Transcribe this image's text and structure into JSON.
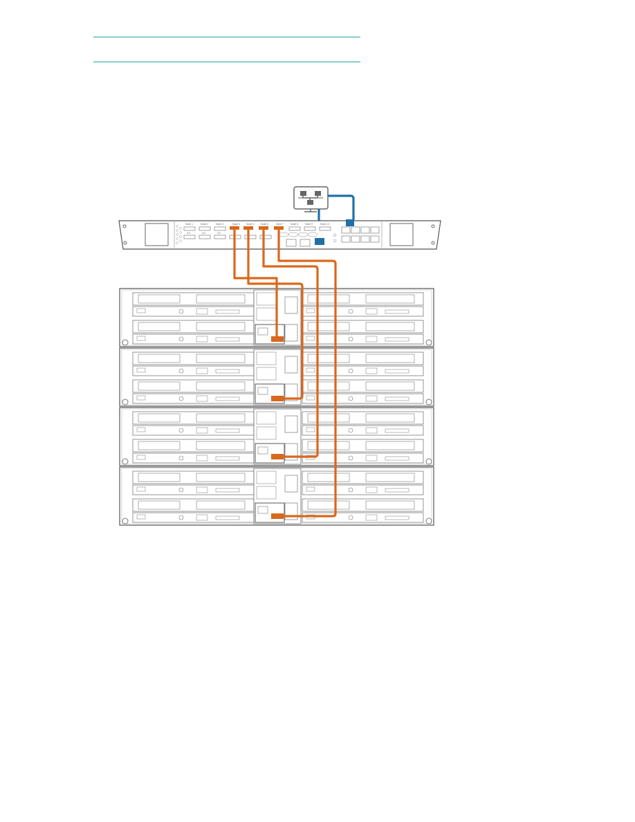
{
  "header_rules": 2,
  "colors": {
    "header_rule": "#1aa3a3",
    "orange_cable": "#d9671c",
    "blue_cable": "#1f6fa8",
    "line": "#555555"
  },
  "icons": {
    "network": "network-topology-icon"
  },
  "switch": {
    "port_labels": [
      "Node 1",
      "Node 2",
      "Node 3",
      "Node 4",
      "Node 5",
      "Node 6",
      "Node 7",
      "Node 8",
      "Node 9",
      "Node 10"
    ],
    "sub_labels": [
      "iLO",
      "iLO",
      "iLO"
    ]
  },
  "chassis": {
    "count": 4
  }
}
